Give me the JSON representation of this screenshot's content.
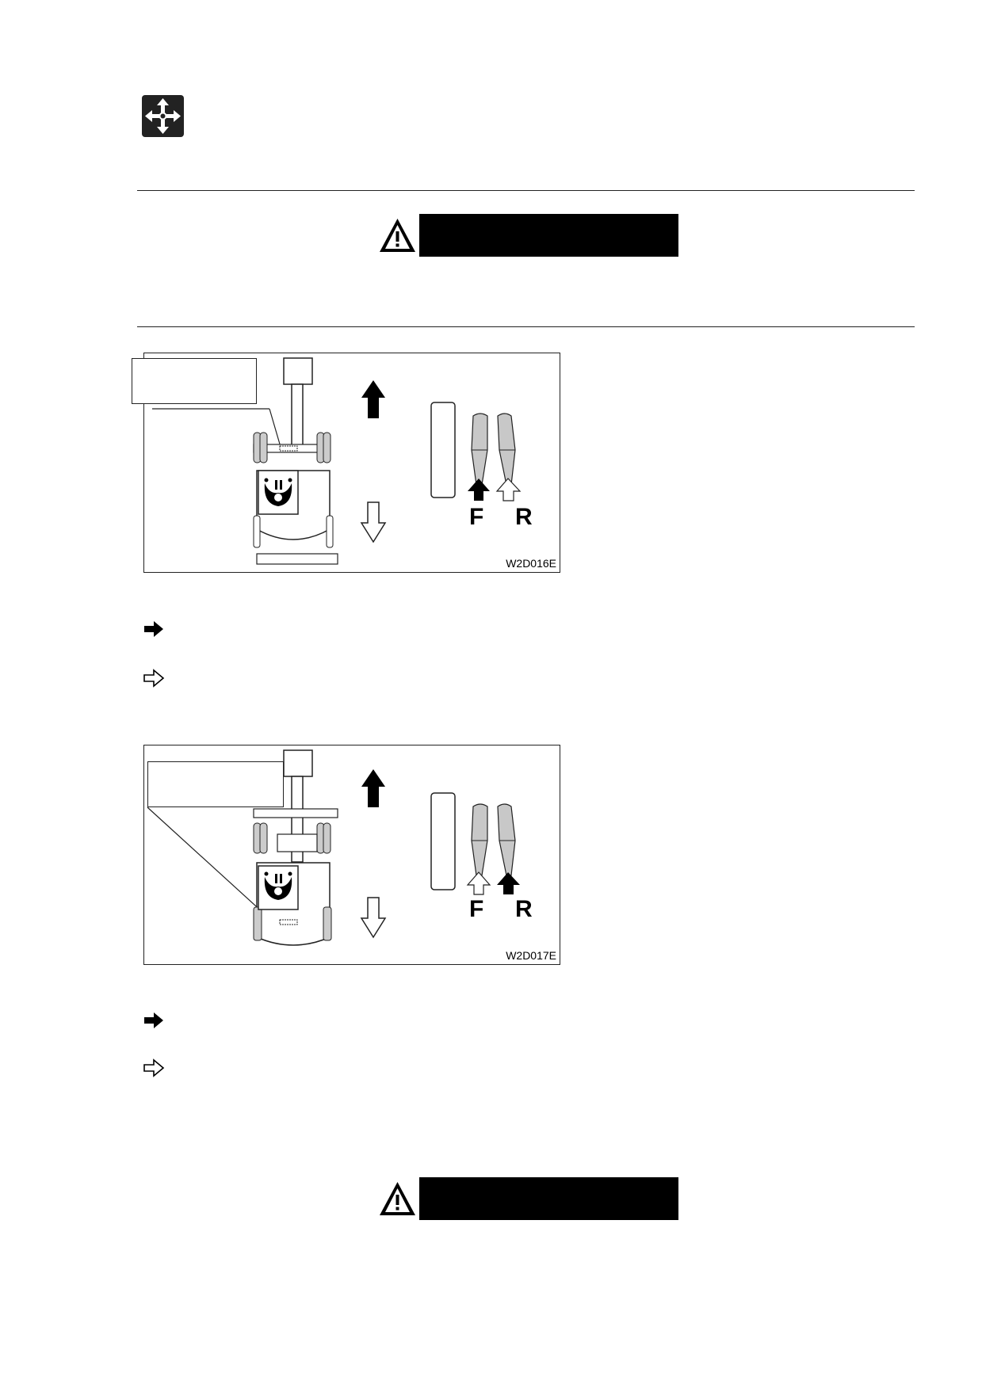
{
  "header": {
    "icon": "travel-direction-icon"
  },
  "warning_top": {
    "icon": "warning-triangle-icon"
  },
  "warning_bottom": {
    "icon": "warning-triangle-icon"
  },
  "figure1": {
    "code": "W2D016E",
    "pedal_labels": [
      "F",
      "R"
    ]
  },
  "figure2": {
    "code": "W2D017E",
    "pedal_labels": [
      "F",
      "R"
    ]
  },
  "legend1": {
    "icons": [
      "solid-arrow-right-icon",
      "outline-arrow-right-icon"
    ]
  },
  "legend2": {
    "icons": [
      "solid-arrow-right-icon",
      "outline-arrow-right-icon"
    ]
  }
}
